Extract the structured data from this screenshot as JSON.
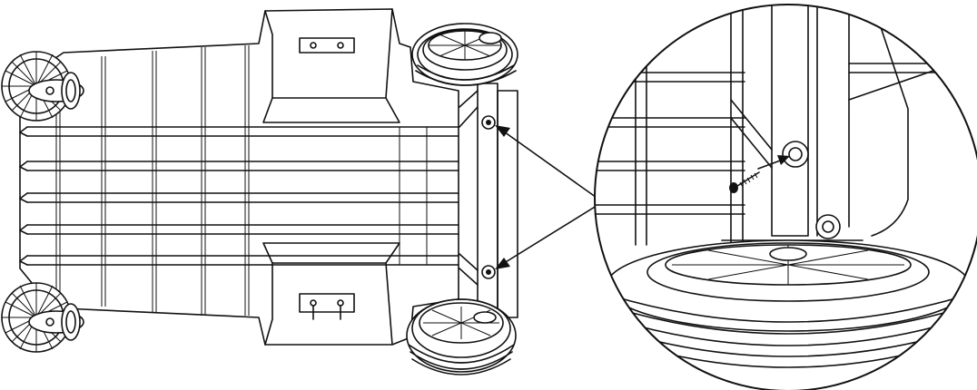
{
  "figure": {
    "kind": "assembly-instruction-illustration",
    "subject": "cart-underside",
    "colors": {
      "line": "#111111",
      "background": "#ffffff"
    },
    "callouts": [
      {
        "target": "upper-axle-screw-hole"
      },
      {
        "target": "lower-axle-screw-hole"
      }
    ],
    "detail_view": {
      "shows": "screw-inserted-into-axle-bracket"
    }
  }
}
